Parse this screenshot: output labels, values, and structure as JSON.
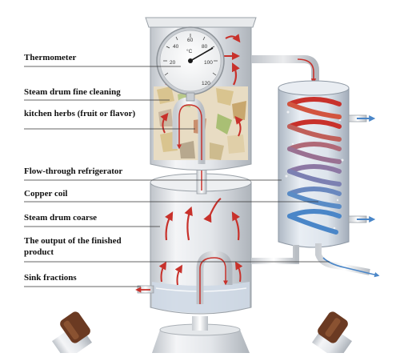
{
  "labels": {
    "thermometer": "Thermometer",
    "fine_cleaning": "Steam drum fine cleaning",
    "herbs": "kitchen herbs (fruit or flavor)",
    "refrigerator": "Flow-through refrigerator",
    "copper_coil": "Copper coil",
    "coarse": "Steam drum coarse",
    "output_line1": "The output of the finished",
    "output_line2": "product",
    "sink": "Sink fractions"
  },
  "gauge": {
    "unit": "°C",
    "ticks": [
      "20",
      "40",
      "60",
      "80",
      "100",
      "120"
    ]
  },
  "colors": {
    "steam": "#c8312b",
    "cold_water": "#4a86c8",
    "copper": "#b8743f",
    "metal": "#d9dde2",
    "wood": "#6b3a22"
  }
}
